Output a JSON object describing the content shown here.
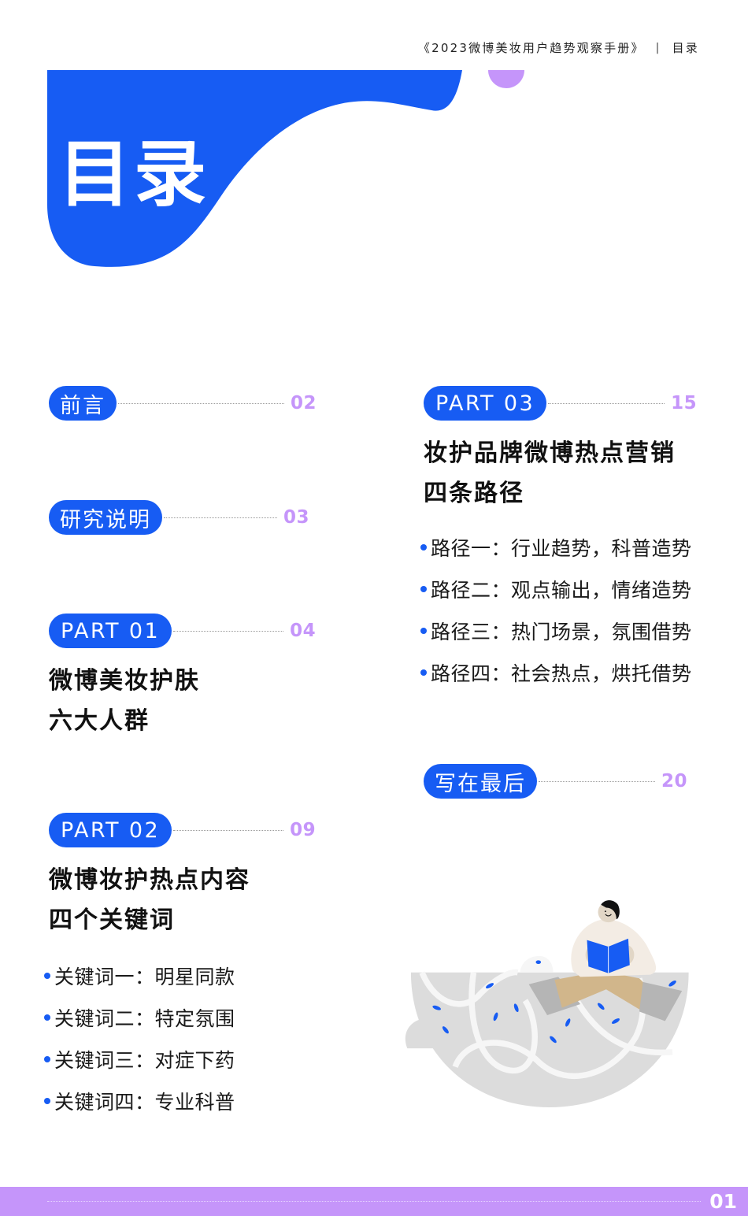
{
  "header": {
    "doc_title": "《2023微博美妆用户趋势观察手册》",
    "separator": "|",
    "section": "目录"
  },
  "hero": {
    "title": "目录"
  },
  "colors": {
    "brand_blue": "#175cf3",
    "accent_purple": "#c595fa",
    "text_dark": "#111111"
  },
  "toc": {
    "preface": {
      "label": "前言",
      "page": "02"
    },
    "research": {
      "label": "研究说明",
      "page": "03"
    },
    "part1": {
      "label": "PART 01",
      "page": "04",
      "title_line1": "微博美妆护肤",
      "title_line2": "六大人群"
    },
    "part2": {
      "label": "PART 02",
      "page": "09",
      "title_line1": "微博妆护热点内容",
      "title_line2": "四个关键词",
      "items": [
        "关键词一：明星同款",
        "关键词二：特定氛围",
        "关键词三：对症下药",
        "关键词四：专业科普"
      ]
    },
    "part3": {
      "label": "PART 03",
      "page": "15",
      "title_line1": "妆护品牌微博热点营销",
      "title_line2": "四条路径",
      "items": [
        "路径一：行业趋势，科普造势",
        "路径二：观点输出，情绪造势",
        "路径三：热门场景，氛围借势",
        "路径四：社会热点，烘托借势"
      ]
    },
    "closing": {
      "label": "写在最后",
      "page": "20"
    }
  },
  "illustration": {
    "icon": "person-reading-book-illustration"
  },
  "footer": {
    "page_number": "01"
  }
}
